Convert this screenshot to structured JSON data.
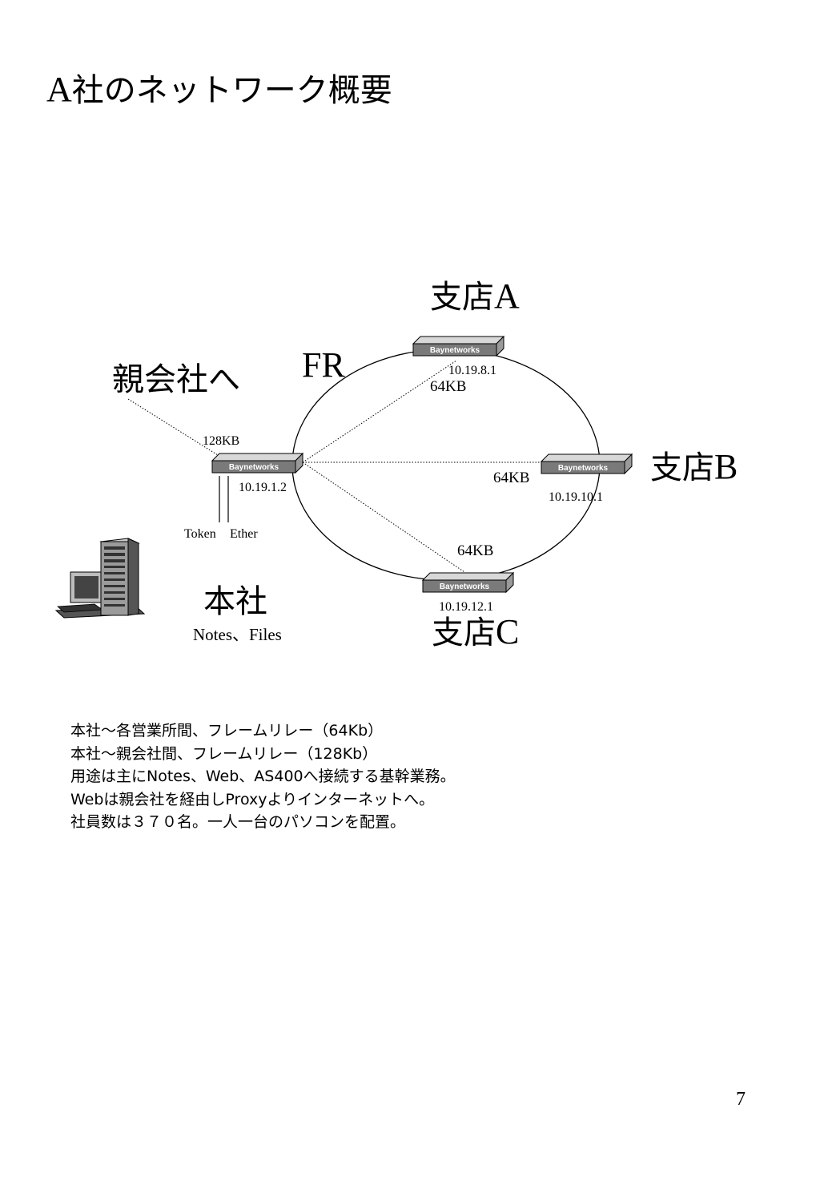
{
  "title": {
    "prefix": "A",
    "rest": "社のネットワーク概要"
  },
  "sites": {
    "branch_a": {
      "kanji": "支店",
      "letter": "A"
    },
    "branch_b": {
      "kanji": "支店",
      "letter": "B"
    },
    "branch_c": {
      "kanji": "支店",
      "letter": "C"
    },
    "parent": "親会社へ",
    "hq": "本社",
    "hq_services": "Notes、Files"
  },
  "network_label": "FR",
  "router_brand": "Baynetworks",
  "links": {
    "hq_parent_speed": "128KB",
    "hq_ip": "10.19.1.2",
    "branch_a_ip": "10.19.8.1",
    "branch_a_speed": "64KB",
    "branch_b_speed": "64KB",
    "branch_b_ip": "10.19.10.1",
    "branch_c_speed": "64KB",
    "branch_c_ip": "10.19.12.1",
    "lan_token": "Token",
    "lan_ether": "Ether"
  },
  "description": [
    "本社～各営業所間、フレームリレー（64Kb）",
    "本社～親会社間、フレームリレー（128Kb）",
    "用途は主にNotes、Web、AS400へ接続する基幹業務。",
    "Webは親会社を経由しProxyよりインターネットへ。",
    "社員数は３７０名。一人一台のパソコンを配置。"
  ],
  "page_number": "7",
  "colors": {
    "router_face": "#7a7a7a",
    "router_top": "#d8d8d8",
    "router_side": "#9a9a9a"
  },
  "icons": {
    "computer": "pc-tower-icon",
    "router": "router-icon"
  }
}
